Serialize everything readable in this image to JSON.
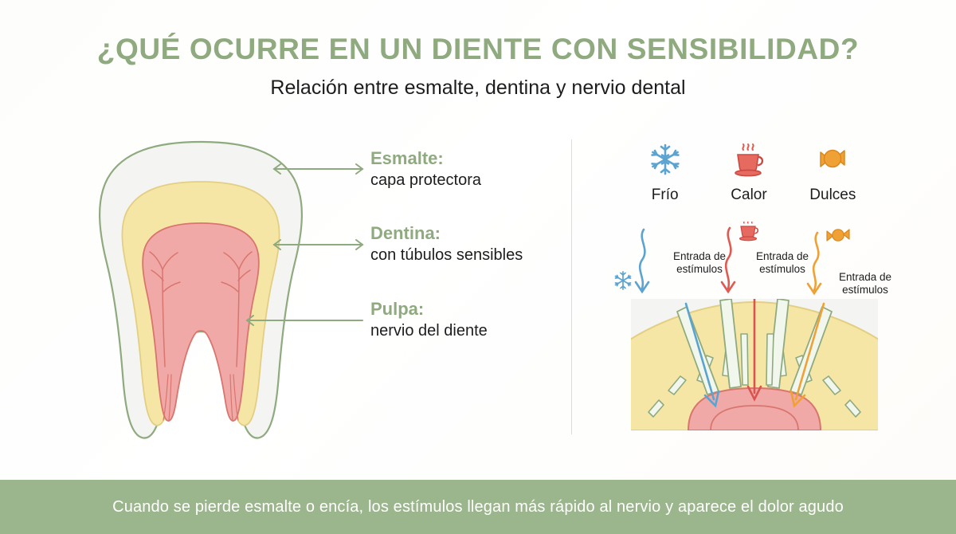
{
  "header": {
    "title": "¿QUÉ OCURRE EN UN DIENTE CON SENSIBILIDAD?",
    "subtitle": "Relación entre esmalte, dentina y nervio dental"
  },
  "colors": {
    "accent_green": "#8faa7f",
    "banner_green": "#9bb68c",
    "enamel": "#f4f5f3",
    "dentin": "#f6e6a6",
    "pulp": "#f0a9a6",
    "pulp_line": "#d9756f",
    "cold_blue": "#5ba3d0",
    "heat_red": "#e05a52",
    "sweet_orange": "#f0a135",
    "outline_green": "#8faa7f",
    "divider_gray": "#dcdcdc",
    "text_dark": "#1d1d1d"
  },
  "tooth_diagram": {
    "layers": [
      {
        "name": "esmalte",
        "color": "#f4f5f3"
      },
      {
        "name": "dentina",
        "color": "#f6e6a6"
      },
      {
        "name": "pulpa",
        "color": "#f0a9a6"
      }
    ],
    "labels": [
      {
        "title": "Esmalte:",
        "desc": "capa protectora",
        "connector": "double-arrow"
      },
      {
        "title": "Dentina:",
        "desc": "con túbulos sensibles",
        "connector": "double-arrow"
      },
      {
        "title": "Pulpa:",
        "desc": "nervio del diente",
        "connector": "single-arrow-left"
      }
    ]
  },
  "stimuli": {
    "items": [
      {
        "label": "Frío",
        "icon": "snowflake-icon",
        "color": "#5ba3d0"
      },
      {
        "label": "Calor",
        "icon": "hot-cup-icon",
        "color": "#e05a52"
      },
      {
        "label": "Dulces",
        "icon": "candy-icon",
        "color": "#f0a135"
      }
    ],
    "entry_label": "Entrada de estímulos",
    "entry_label_line1": "Entrada de",
    "entry_label_line2": "estímulos"
  },
  "banner": {
    "text": "Cuando se pierde esmalte o encía, los estímulos llegan más rápido al nervio y aparece el dolor agudo"
  }
}
